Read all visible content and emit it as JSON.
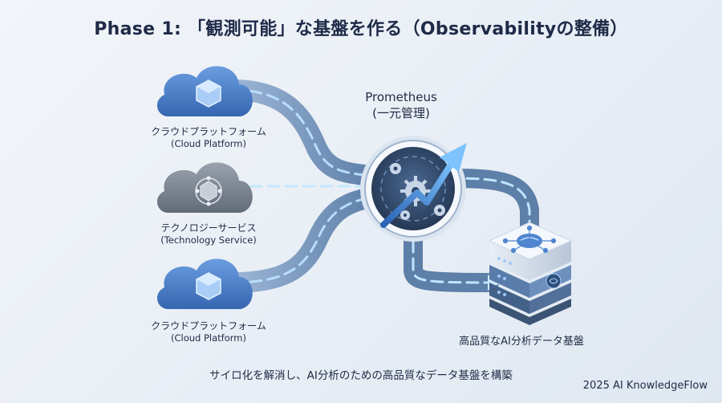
{
  "title": "Phase 1: 「観測可能」な基盤を作る（Observabilityの整備）",
  "sources": [
    {
      "name": "クラウドプラットフォーム",
      "sub": "(Cloud Platform)"
    },
    {
      "name": "テクノロジーサービス",
      "sub": "(Technology Service)"
    },
    {
      "name": "クラウドプラットフォーム",
      "sub": "(Cloud Platform)"
    }
  ],
  "hub": {
    "name": "Prometheus",
    "sub": "(一元管理)"
  },
  "destination": "高品質なAI分析データ基盤",
  "tagline": "サイロ化を解消し、AI分析のための高品質なデータ基盤を構築",
  "brand": "2025 AI KnowledgeFlow",
  "colors": {
    "cloud_blue": "#4a7fc9",
    "cloud_gray": "#7c8592",
    "pipe": "#5d7fa8",
    "flow": "#8fd0ff",
    "hub_dark": "#2f4768"
  }
}
